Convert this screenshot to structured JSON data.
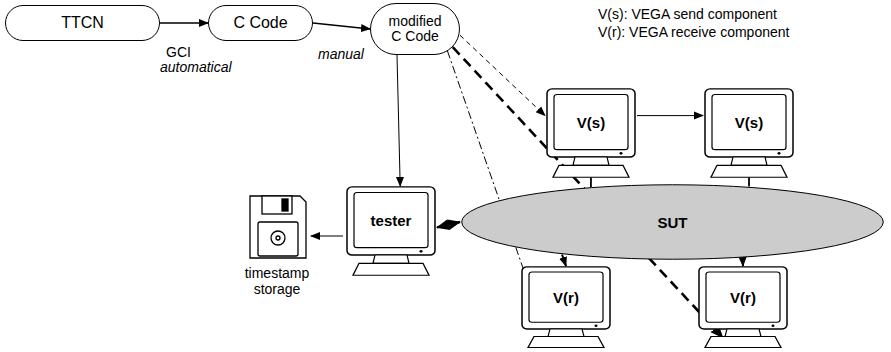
{
  "diagram": {
    "nodes": [
      {
        "text": [
          "TTCN"
        ]
      },
      {
        "text": [
          "C Code"
        ]
      },
      {
        "text": [
          "modified C Code"
        ]
      },
      {
        "text": [
          "V(s)"
        ]
      },
      {
        "text": [
          "V(s)"
        ]
      },
      {
        "text": [
          "tester"
        ]
      },
      {
        "text": [
          "SUT"
        ]
      },
      {
        "text": [
          "V(r)"
        ]
      },
      {
        "text": [
          "V(r)"
        ]
      }
    ],
    "edges": [
      {
        "from": 0,
        "to": 1,
        "arrow": "to"
      },
      {
        "from": 1,
        "to": 2,
        "arrow": "to"
      },
      {
        "from": 2,
        "to": 5,
        "arrow": "to"
      },
      {
        "from": 2,
        "to": 3,
        "arrow": "to"
      },
      {
        "from": 2,
        "to": 7,
        "arrow": "to"
      },
      {
        "from": 2,
        "to": 8,
        "arrow": "to"
      },
      {
        "from": 3,
        "to": 4,
        "arrow": "to"
      },
      {
        "from": 3,
        "to": 6,
        "arrow": "none"
      },
      {
        "from": 4,
        "to": 6,
        "arrow": "none"
      },
      {
        "from": 5,
        "to": 6,
        "arrow": "both"
      },
      {
        "from": 6,
        "to": 7,
        "arrow": "to"
      },
      {
        "from": 6,
        "to": 8,
        "arrow": "to"
      }
    ],
    "labels": [
      "GCI",
      "automatical",
      "manual",
      "V(s): VEGA send component",
      "V(r): VEGA receive component",
      "timestamp storage"
    ]
  }
}
